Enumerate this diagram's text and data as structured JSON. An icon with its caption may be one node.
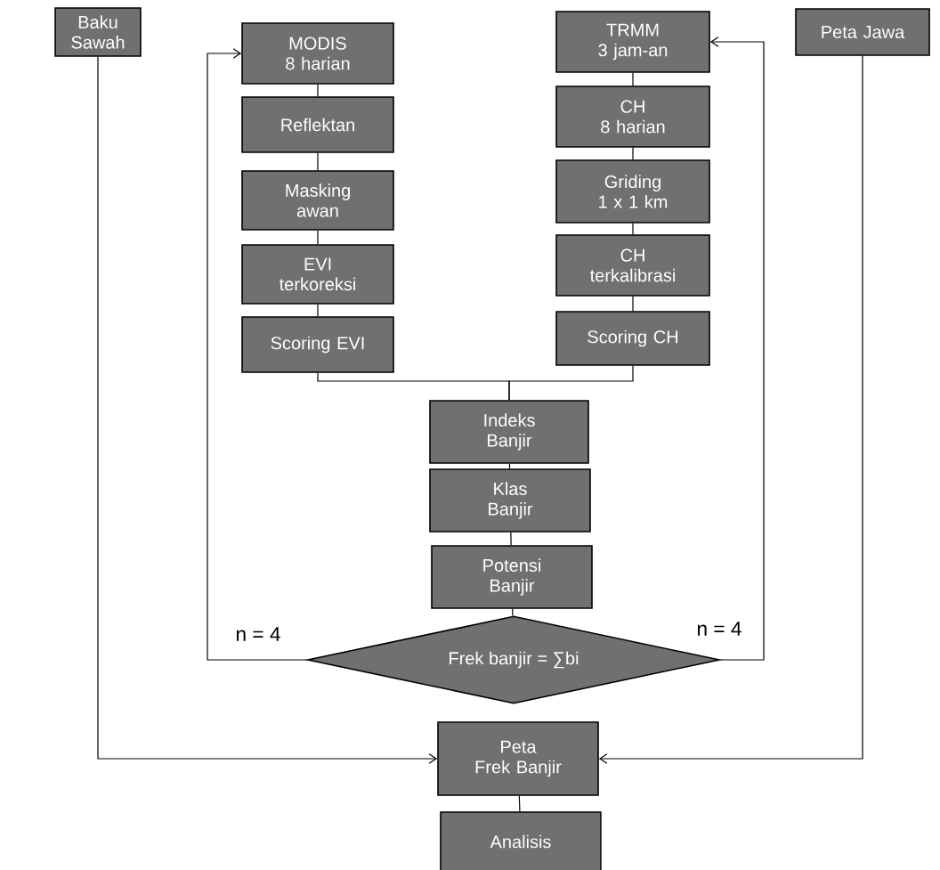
{
  "diagram": {
    "nodes": [
      {
        "text": [
          "Baku Sawah"
        ]
      },
      {
        "text": [
          "MODIS 8 harian"
        ]
      },
      {
        "text": [
          "TRMM 3 jam-an"
        ]
      },
      {
        "text": [
          "Peta Jawa"
        ]
      },
      {
        "text": [
          "Reflektan"
        ]
      },
      {
        "text": [
          "Masking awan"
        ]
      },
      {
        "text": [
          "EVI terkoreksi"
        ]
      },
      {
        "text": [
          "Scoring EVI"
        ]
      },
      {
        "text": [
          "CH 8 harian"
        ]
      },
      {
        "text": [
          "Griding 1 x 1 km"
        ]
      },
      {
        "text": [
          "CH terkalibrasi"
        ]
      },
      {
        "text": [
          "Scoring CH"
        ]
      },
      {
        "text": [
          "Indeks Banjir"
        ]
      },
      {
        "text": [
          "Klas Banjir"
        ]
      },
      {
        "text": [
          "Potensi Banjir"
        ]
      },
      {
        "text": [
          "Frek banjir = ∑bi"
        ]
      },
      {
        "text": [
          "Peta Frek Banjir"
        ]
      },
      {
        "text": [
          "Analisis"
        ]
      }
    ],
    "edges": [
      {
        "from": 1,
        "to": 4,
        "arrow": "none"
      },
      {
        "from": 4,
        "to": 5,
        "arrow": "none"
      },
      {
        "from": 5,
        "to": 6,
        "arrow": "none"
      },
      {
        "from": 6,
        "to": 7,
        "arrow": "none"
      },
      {
        "from": 2,
        "to": 8,
        "arrow": "none"
      },
      {
        "from": 8,
        "to": 9,
        "arrow": "none"
      },
      {
        "from": 9,
        "to": 10,
        "arrow": "none"
      },
      {
        "from": 10,
        "to": 11,
        "arrow": "none"
      },
      {
        "from": 7,
        "to": 12,
        "arrow": "none"
      },
      {
        "from": 11,
        "to": 12,
        "arrow": "none"
      },
      {
        "from": 12,
        "to": 13,
        "arrow": "none"
      },
      {
        "from": 13,
        "to": 14,
        "arrow": "none"
      },
      {
        "from": 14,
        "to": 15,
        "arrow": "none"
      },
      {
        "from": 15,
        "to": 1,
        "arrow": "to",
        "label": "n = 4"
      },
      {
        "from": 15,
        "to": 2,
        "arrow": "to",
        "label": "n = 4"
      },
      {
        "from": 0,
        "to": 16,
        "arrow": "to"
      },
      {
        "from": 3,
        "to": 16,
        "arrow": "to"
      },
      {
        "from": 16,
        "to": 17,
        "arrow": "none"
      }
    ]
  }
}
